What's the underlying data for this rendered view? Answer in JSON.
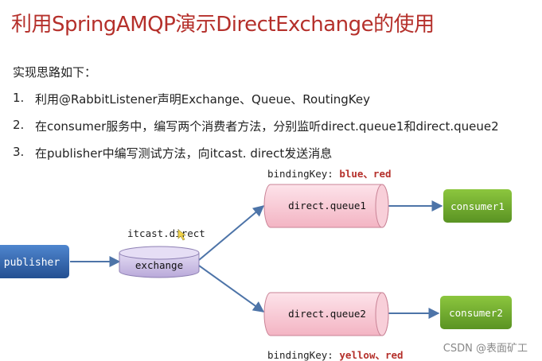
{
  "title": "利用SpringAMQP演示DirectExchange的使用",
  "intro": "实现思路如下：",
  "steps": [
    {
      "num": "1.",
      "text": "利用@RabbitListener声明Exchange、Queue、RoutingKey"
    },
    {
      "num": "2.",
      "text": "在consumer服务中，编写两个消费者方法，分别监听direct.queue1和direct.queue2"
    },
    {
      "num": "3.",
      "text": "在publisher中编写测试方法，向itcast. direct发送消息"
    }
  ],
  "diagram": {
    "publisher": "publisher",
    "exchange_name": "itcast.direct",
    "exchange": "exchange",
    "queue1": "direct.queue1",
    "queue2": "direct.queue2",
    "consumer1": "consumer1",
    "consumer2": "consumer2",
    "binding1_label": "bindingKey: ",
    "binding1_keys": "blue、red",
    "binding2_label": "bindingKey: ",
    "binding2_keys": "yellow、red"
  },
  "colors": {
    "title": "#b5302b",
    "publisher": "#2f66b0",
    "consumer": "#6aa62a",
    "queue": "#f6c3cf",
    "exchange": "#cdbfe6",
    "arrow": "#4d74a8",
    "binding_keys": "#b5302b"
  },
  "watermark": "CSDN @表面矿工"
}
